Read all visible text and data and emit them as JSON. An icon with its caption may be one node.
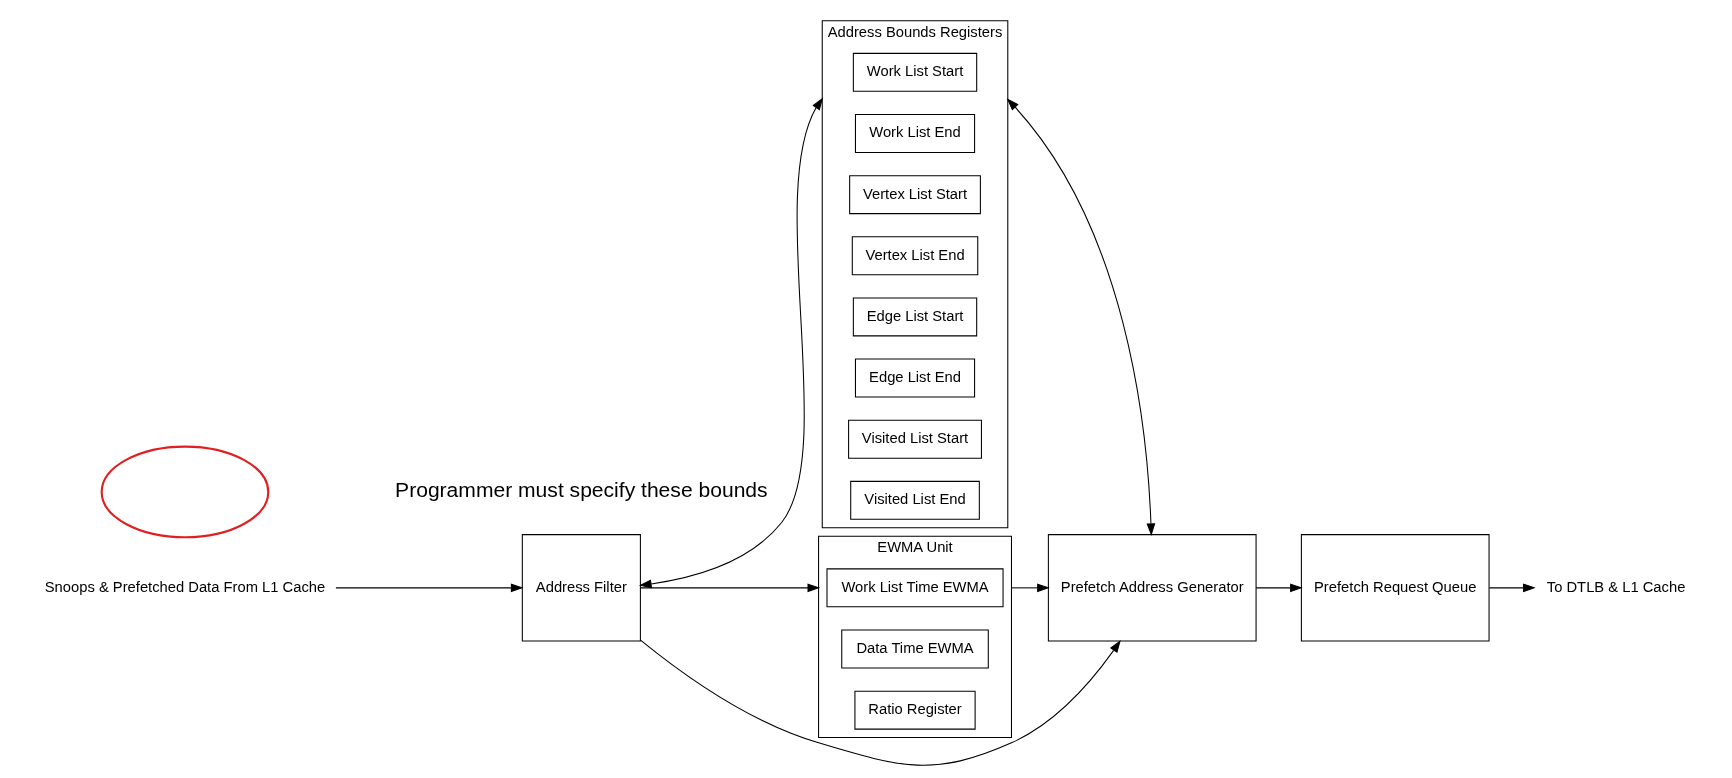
{
  "diagram": {
    "nodes": [
      {
        "text": [
          "Snoops & Prefetched Data From L1 Cache"
        ]
      },
      {
        "text": [
          "Address Filter"
        ]
      },
      {
        "text": [
          "Address Bounds Registers"
        ]
      },
      {
        "text": [
          "Work List Start"
        ],
        "in": 2
      },
      {
        "text": [
          "Work List End"
        ],
        "in": 2
      },
      {
        "text": [
          "Vertex List Start"
        ],
        "in": 2
      },
      {
        "text": [
          "Vertex List End"
        ],
        "in": 2
      },
      {
        "text": [
          "Edge List Start"
        ],
        "in": 2
      },
      {
        "text": [
          "Edge List End"
        ],
        "in": 2
      },
      {
        "text": [
          "Visited List Start"
        ],
        "in": 2
      },
      {
        "text": [
          "Visited List End"
        ],
        "in": 2
      },
      {
        "text": [
          "Prefetch Request Queue"
        ]
      },
      {
        "text": [
          "To DTLB & L1 Cache"
        ]
      },
      {
        "text": [
          "EWMA Unit"
        ]
      },
      {
        "text": [
          "Work List Time EWMA"
        ],
        "in": 13
      },
      {
        "text": [
          "Data Time EWMA"
        ],
        "in": 13
      },
      {
        "text": [
          "Ratio Register"
        ],
        "in": 13
      },
      {
        "text": [
          "Prefetch Address Generator"
        ]
      },
      {
        "text": [],
        "shape": "ellipse"
      }
    ],
    "edges": [
      {
        "from": 0,
        "to": 1,
        "arrow": "to"
      },
      {
        "from": 1,
        "to": 2,
        "arrow": "both"
      },
      {
        "from": 2,
        "to": 17,
        "arrow": "both"
      },
      {
        "from": 1,
        "to": 13,
        "arrow": "to"
      },
      {
        "from": 1,
        "to": 17,
        "arrow": "to"
      },
      {
        "from": 17,
        "to": 11,
        "arrow": "to"
      },
      {
        "from": 13,
        "to": 17,
        "arrow": "to"
      },
      {
        "from": 11,
        "to": 12,
        "arrow": "to"
      }
    ],
    "labels": [
      "Programmer must specify these bounds"
    ]
  }
}
